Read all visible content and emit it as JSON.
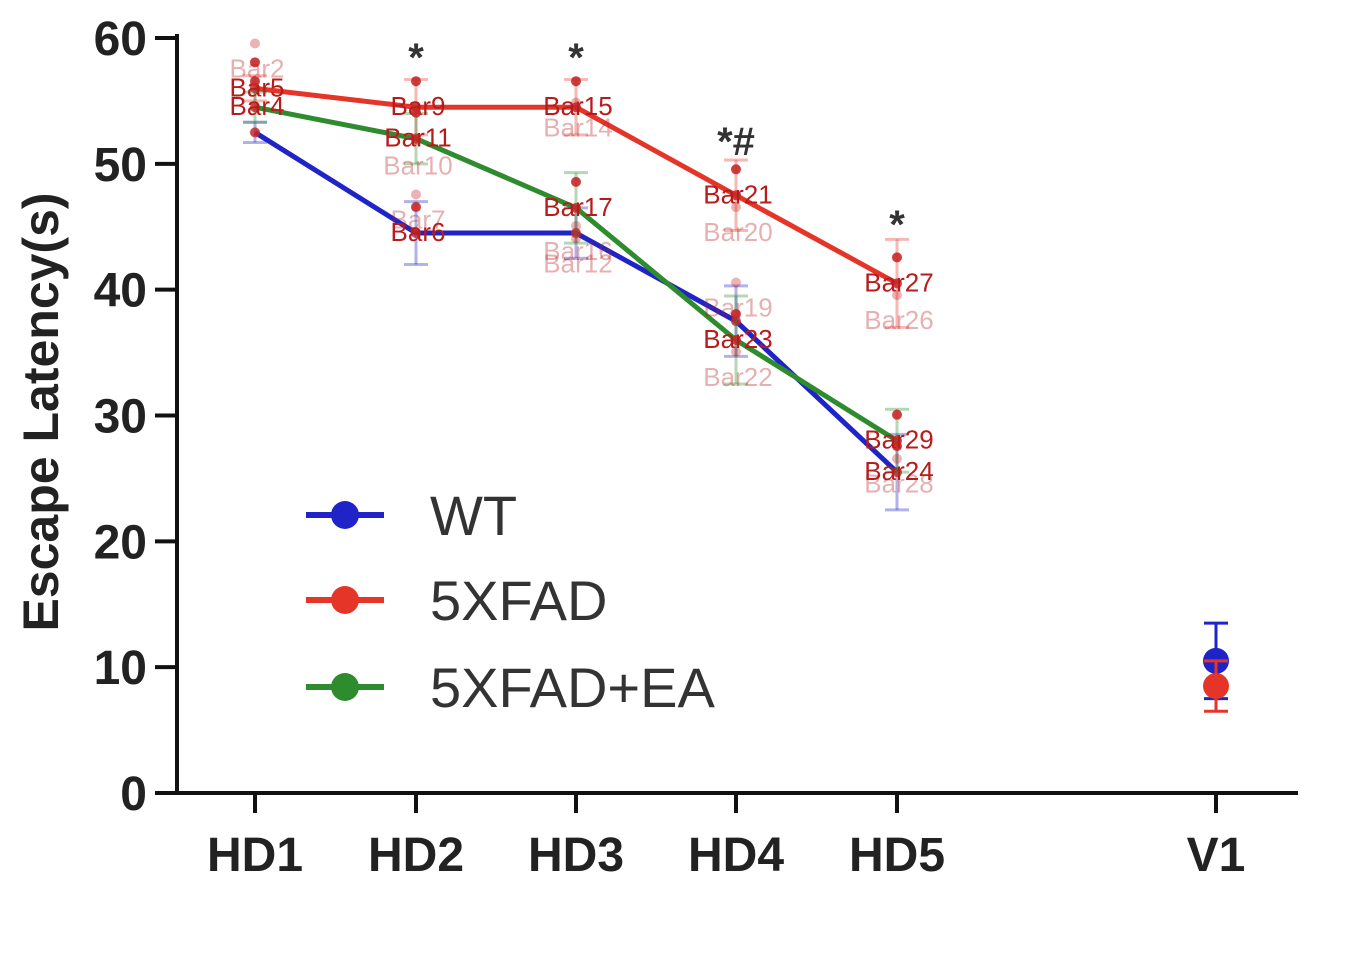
{
  "chart_data": {
    "type": "line",
    "ylabel": "Escape Latency(s)",
    "xlabel": "",
    "ylim": [
      0,
      60
    ],
    "yticks": [
      "0",
      "10",
      "20",
      "30",
      "40",
      "50",
      "60"
    ],
    "categories": [
      "HD1",
      "HD2",
      "HD3",
      "HD4",
      "HD5",
      "V1"
    ],
    "legend_position": "bottom-left",
    "series": [
      {
        "name": "WT",
        "color": "#1f23c8",
        "values": [
          52.5,
          44.5,
          44.5,
          37.5,
          25.5,
          10.5
        ],
        "errors": [
          0.8,
          2.5,
          2.0,
          2.8,
          3.0,
          3.0
        ],
        "point_labels": [
          "",
          "Bar6",
          "",
          "",
          "Bar24",
          ""
        ]
      },
      {
        "name": "5XFAD",
        "color": "#e53528",
        "values": [
          56.0,
          54.5,
          54.5,
          47.5,
          40.5,
          8.5
        ],
        "errors": [
          1.0,
          2.2,
          2.2,
          2.8,
          3.5,
          2.0
        ],
        "point_labels": [
          "Bar5",
          "Bar9",
          "Bar15",
          "Bar21",
          "Bar27",
          ""
        ]
      },
      {
        "name": "5XFAD+EA",
        "color": "#2e8b2e",
        "values": [
          54.5,
          52.0,
          46.5,
          36.0,
          28.0,
          null
        ],
        "errors": [
          1.2,
          2.0,
          2.8,
          3.5,
          2.5,
          null
        ],
        "point_labels": [
          "Bar4",
          "Bar11",
          "Bar17",
          "Bar23",
          "Bar29",
          ""
        ]
      }
    ],
    "extra_labels": [
      {
        "category": "HD1",
        "value": 57.5,
        "text": "Bar2"
      },
      {
        "category": "HD2",
        "value": 49.8,
        "text": "Bar10"
      },
      {
        "category": "HD2",
        "value": 45.5,
        "text": "Bar7"
      },
      {
        "category": "HD3",
        "value": 52.8,
        "text": "Bar14"
      },
      {
        "category": "HD3",
        "value": 43.0,
        "text": "Bar16"
      },
      {
        "category": "HD3",
        "value": 42.0,
        "text": "Bar12"
      },
      {
        "category": "HD4",
        "value": 44.5,
        "text": "Bar20"
      },
      {
        "category": "HD4",
        "value": 38.5,
        "text": "Bar19"
      },
      {
        "category": "HD4",
        "value": 33.0,
        "text": "Bar22"
      },
      {
        "category": "HD5",
        "value": 37.5,
        "text": "Bar26"
      },
      {
        "category": "HD5",
        "value": 24.5,
        "text": "Bar28"
      }
    ],
    "significance": [
      {
        "category": "HD2",
        "value": 58.5,
        "text": "*"
      },
      {
        "category": "HD3",
        "value": 58.5,
        "text": "*"
      },
      {
        "category": "HD4",
        "value": 51.8,
        "text": "*#"
      },
      {
        "category": "HD5",
        "value": 45.2,
        "text": "*"
      }
    ]
  }
}
